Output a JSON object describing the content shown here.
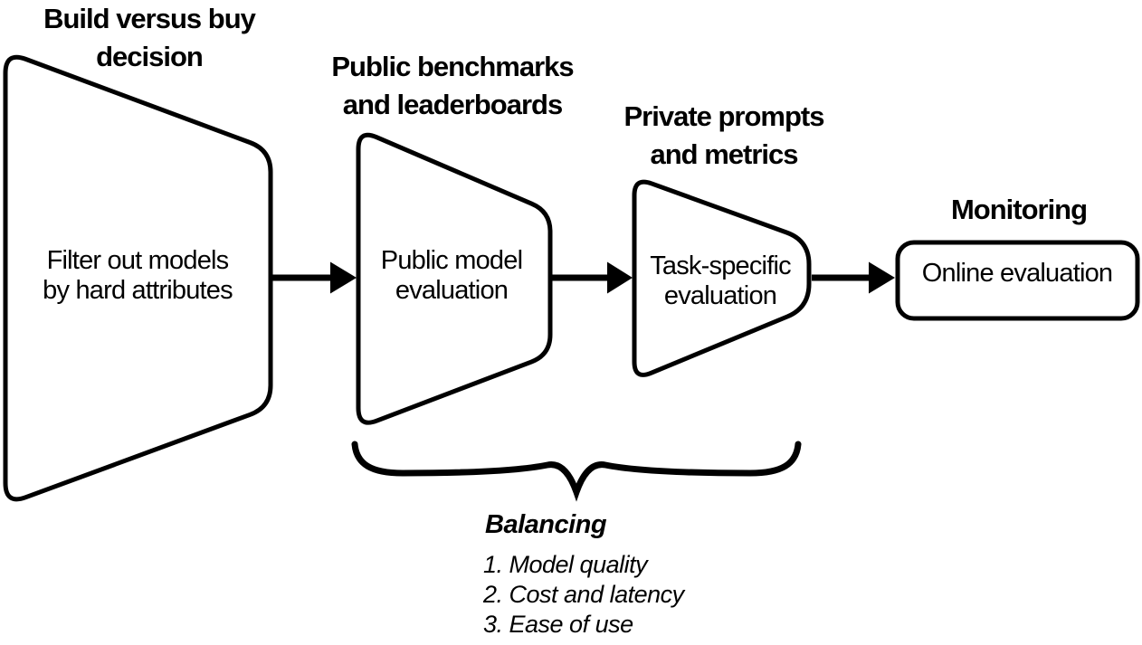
{
  "stages": [
    {
      "title": "Build versus buy\ndecision",
      "body": "Filter out models\nby hard attributes"
    },
    {
      "title": "Public benchmarks\nand leaderboards",
      "body": "Public model\nevaluation"
    },
    {
      "title": "Private prompts\nand metrics",
      "body": "Task-specific\nevaluation"
    },
    {
      "title": "Monitoring",
      "body": "Online evaluation"
    }
  ],
  "balancing": {
    "heading": "Balancing",
    "items": [
      "1. Model quality",
      "2. Cost and latency",
      "3. Ease of use"
    ]
  },
  "colors": {
    "stroke": "#000000",
    "fill": "#ffffff",
    "text": "#000000",
    "background": "#ffffff"
  }
}
